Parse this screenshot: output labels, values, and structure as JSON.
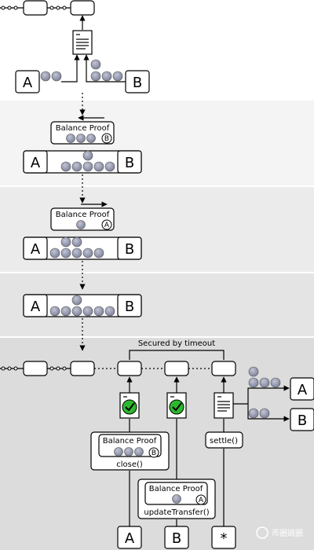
{
  "parties": {
    "a": "A",
    "b": "B",
    "any": "*"
  },
  "proofs": {
    "title": "Balance Proof",
    "signer_b": "B",
    "signer_a": "A"
  },
  "annotations": {
    "secured": "Secured by timeout"
  },
  "calls": {
    "close": "close()",
    "update": "updateTransfer()",
    "settle": "settle()"
  },
  "watermark": "币圈链圈",
  "colors": {
    "band": "#f4f4f4",
    "band2": "#ebebeb",
    "band3": "#e4e4e4",
    "band4": "#dcdcdc",
    "coin": "#8a8fa8",
    "check": "#2eb82e"
  }
}
